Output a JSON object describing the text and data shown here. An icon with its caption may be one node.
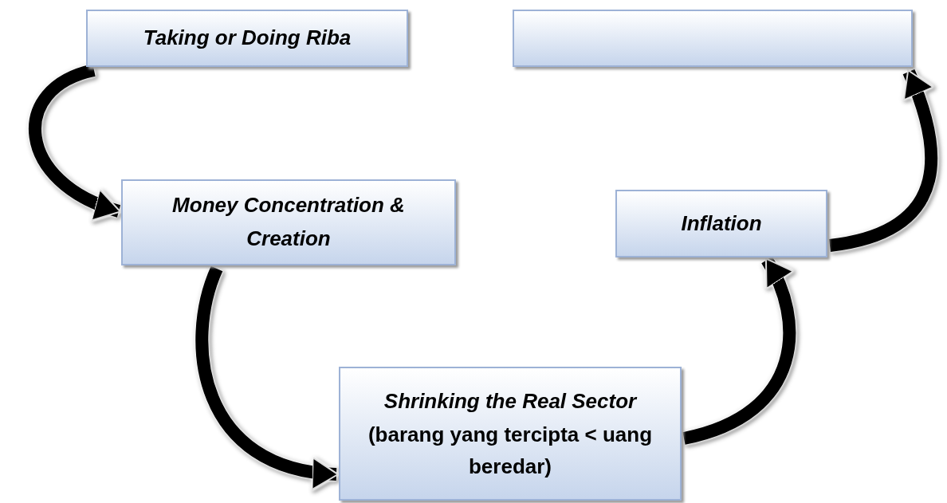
{
  "diagram": {
    "nodes": [
      {
        "text": [
          "Taking or Doing Riba"
        ]
      },
      {
        "text": [],
        "shape": "box"
      },
      {
        "text": [
          "Money Concentration & Creation"
        ]
      },
      {
        "text": [
          "Inflation"
        ]
      },
      {
        "text": [
          "Shrinking the Real Sector",
          "(barang yang tercipta < uang beredar)"
        ]
      }
    ],
    "edges": [
      {
        "from": 0,
        "to": 2,
        "arrow": "to"
      },
      {
        "from": 2,
        "to": 4,
        "arrow": "to"
      },
      {
        "from": 4,
        "to": 3,
        "arrow": "to"
      },
      {
        "from": 3,
        "to": 1,
        "arrow": "to"
      }
    ]
  }
}
